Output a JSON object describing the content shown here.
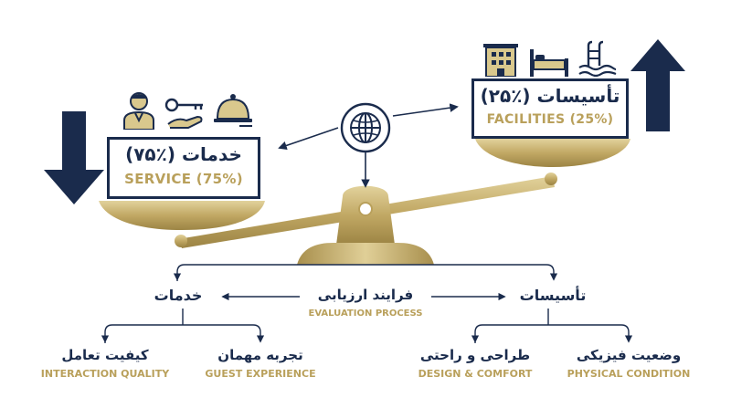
{
  "colors": {
    "navy": "#1a2b4c",
    "gold": "#b9a05b",
    "gold_light": "#d9c88d"
  },
  "left_pan": {
    "fa": "خدمات (٪۷۵)",
    "en": "SERVICE (75%)",
    "arrow": "down-arrow-icon",
    "icons": [
      "staff-icon",
      "key-hand-icon",
      "cloche-icon"
    ]
  },
  "right_pan": {
    "fa": "تأسیسات (٪۲۵)",
    "en": "FACILITIES (25%)",
    "arrow": "up-arrow-icon",
    "icons": [
      "building-icon",
      "bed-icon",
      "pool-icon"
    ]
  },
  "center": {
    "icon": "globe-icon",
    "fa": "فرایند ارزیابی",
    "en": "EVALUATION PROCESS"
  },
  "branches": {
    "left": {
      "fa": "خدمات",
      "children": [
        {
          "fa": "کیفیت تعامل",
          "en": "INTERACTION QUALITY"
        },
        {
          "fa": "تجربه مهمان",
          "en": "GUEST EXPERIENCE"
        }
      ]
    },
    "right": {
      "fa": "تأسیسات",
      "children": [
        {
          "fa": "طراحی و راحتی",
          "en": "DESIGN & COMFORT"
        },
        {
          "fa": "وضعیت فیزیکی",
          "en": "PHYSICAL CONDITION"
        }
      ]
    }
  }
}
